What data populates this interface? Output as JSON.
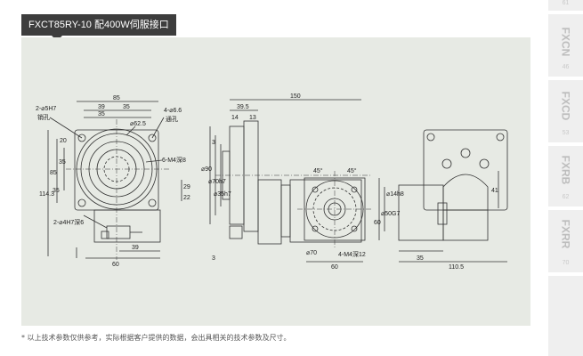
{
  "header": {
    "title": "FXCT85RY-10 配400W伺服接口"
  },
  "side_nav": {
    "top_page": "61",
    "items": [
      {
        "label": "FXCN",
        "page": "46"
      },
      {
        "label": "FXCD",
        "page": "53"
      },
      {
        "label": "FXRB",
        "page": "62"
      },
      {
        "label": "FXRR",
        "page": "70"
      }
    ]
  },
  "drawing": {
    "front_view": {
      "dim_85": "85",
      "dim_39": "39",
      "dim_35_top": "35",
      "dim_35_inner": "35",
      "dim_hole_5h7": "2-⌀5H7",
      "note_pin": "销孔",
      "dim_holes_6_6": "4-⌀6.6",
      "note_through": "通孔",
      "dim_62_5": "⌀62.5",
      "dim_thread_m4": "6-M4深8",
      "dim_left_20": "20",
      "dim_left_35": "35",
      "dim_left_85": "85",
      "dim_114_3": "114.3",
      "dim_left_35b": "35",
      "dim_29": "29",
      "dim_22": "22",
      "dim_holes_4h7": "2-⌀4H7深6",
      "dim_bottom_39": "39",
      "dim_bottom_60": "60"
    },
    "side_view": {
      "dim_150": "150",
      "dim_39_5": "39.5",
      "dim_14": "14",
      "dim_13": "13",
      "dim_3_top": "3",
      "dim_diam_90": "⌀90",
      "dim_diam_70": "⌀70h7",
      "dim_diam_35": "⌀35h7",
      "dim_3_bottom": "3"
    },
    "flange_view": {
      "angle_left": "45°",
      "angle_right": "45°",
      "dim_diam_14": "⌀14h8",
      "dim_diam_50": "⌀50G7",
      "dim_thread": "4-M4深12",
      "dim_pcd_70": "⌀70",
      "dim_bottom_60": "60",
      "dim_right_60": "60"
    },
    "top_view": {
      "dim_41": "41",
      "dim_35": "35",
      "dim_110_5": "110.5"
    }
  },
  "footnote": "* 以上技术参数仅供参考，实际根据客户提供的数据，会出具相关的技术参数及尺寸。"
}
